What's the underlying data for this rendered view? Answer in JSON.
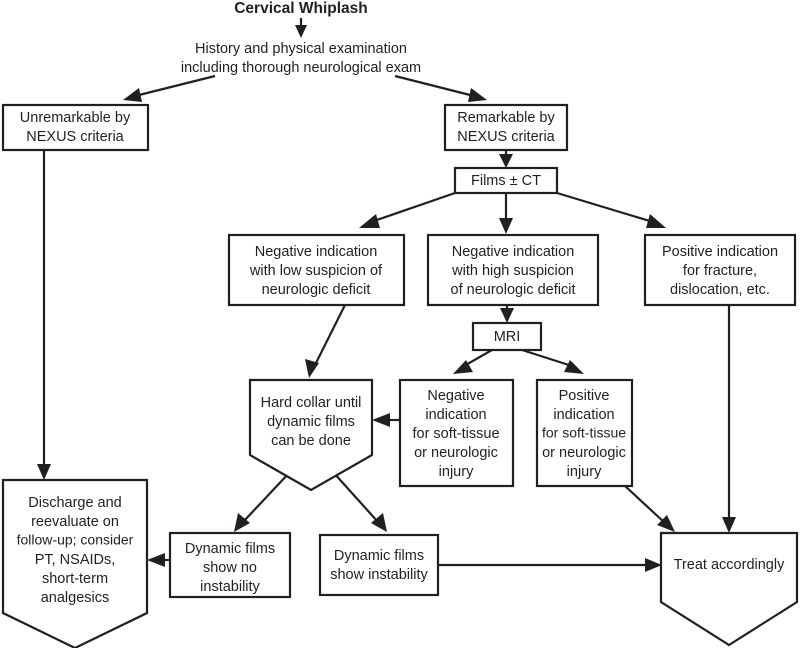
{
  "diagram": {
    "title": "Cervical Whiplash",
    "type": "clinical-algorithm-flowchart",
    "nodes": {
      "title_node": {
        "id": "cervical-whiplash",
        "label": "Cervical Whiplash",
        "shape": "text",
        "lines": [
          "Cervical Whiplash"
        ]
      },
      "history": {
        "id": "history-exam",
        "shape": "text",
        "lines": [
          "History and physical examination",
          "including thorough neurological exam"
        ]
      },
      "unremarkable": {
        "id": "unremarkable-nexus",
        "shape": "rect",
        "lines": [
          "Unremarkable by",
          "NEXUS criteria"
        ]
      },
      "remarkable": {
        "id": "remarkable-nexus",
        "shape": "rect",
        "lines": [
          "Remarkable by",
          "NEXUS criteria"
        ]
      },
      "films": {
        "id": "films-ct",
        "shape": "rect",
        "lines": [
          "Films ± CT"
        ]
      },
      "neg_low": {
        "id": "negative-low-suspicion",
        "shape": "rect",
        "lines": [
          "Negative indication",
          "with low suspicion of",
          "neurologic deficit"
        ]
      },
      "neg_high": {
        "id": "negative-high-suspicion",
        "shape": "rect",
        "lines": [
          "Negative indication",
          "with high suspicion",
          "of neurologic deficit"
        ]
      },
      "pos_fracture": {
        "id": "positive-fracture",
        "shape": "rect",
        "lines": [
          "Positive indication",
          "for fracture,",
          "dislocation, etc."
        ]
      },
      "mri": {
        "id": "mri",
        "shape": "rect",
        "lines": [
          "MRI"
        ]
      },
      "hard_collar": {
        "id": "hard-collar",
        "shape": "pentagon",
        "lines": [
          "Hard collar until",
          "dynamic films",
          "can be done"
        ]
      },
      "neg_soft": {
        "id": "negative-soft-tissue",
        "shape": "rect",
        "lines": [
          "Negative",
          "indication",
          "for soft-tissue",
          "or neurologic",
          "injury"
        ]
      },
      "pos_soft": {
        "id": "positive-soft-tissue",
        "shape": "rect",
        "lines": [
          "Positive",
          "indication",
          "for soft-tissue",
          "or neurologic",
          "injury"
        ]
      },
      "discharge": {
        "id": "discharge-reevaluate",
        "shape": "pentagon",
        "lines": [
          "Discharge and",
          "reevaluate on",
          "follow-up; consider",
          "PT, NSAIDs,",
          "short-term",
          "analgesics"
        ]
      },
      "dyn_no": {
        "id": "dynamic-films-no-instability",
        "shape": "rect",
        "lines": [
          "Dynamic films",
          "show no",
          "instability"
        ]
      },
      "dyn_yes": {
        "id": "dynamic-films-instability",
        "shape": "rect",
        "lines": [
          "Dynamic films",
          "show instability"
        ]
      },
      "treat": {
        "id": "treat-accordingly",
        "shape": "pentagon",
        "lines": [
          "Treat accordingly"
        ]
      }
    },
    "edges": [
      {
        "from": "cervical-whiplash",
        "to": "history-exam"
      },
      {
        "from": "history-exam",
        "to": "unremarkable-nexus"
      },
      {
        "from": "history-exam",
        "to": "remarkable-nexus"
      },
      {
        "from": "unremarkable-nexus",
        "to": "discharge-reevaluate"
      },
      {
        "from": "remarkable-nexus",
        "to": "films-ct"
      },
      {
        "from": "films-ct",
        "to": "negative-low-suspicion"
      },
      {
        "from": "films-ct",
        "to": "negative-high-suspicion"
      },
      {
        "from": "films-ct",
        "to": "positive-fracture"
      },
      {
        "from": "negative-low-suspicion",
        "to": "hard-collar"
      },
      {
        "from": "negative-high-suspicion",
        "to": "mri"
      },
      {
        "from": "mri",
        "to": "negative-soft-tissue"
      },
      {
        "from": "mri",
        "to": "positive-soft-tissue"
      },
      {
        "from": "negative-soft-tissue",
        "to": "hard-collar"
      },
      {
        "from": "positive-soft-tissue",
        "to": "treat-accordingly"
      },
      {
        "from": "positive-fracture",
        "to": "treat-accordingly"
      },
      {
        "from": "hard-collar",
        "to": "dynamic-films-no-instability"
      },
      {
        "from": "hard-collar",
        "to": "dynamic-films-instability"
      },
      {
        "from": "dynamic-films-no-instability",
        "to": "discharge-reevaluate"
      },
      {
        "from": "dynamic-films-instability",
        "to": "treat-accordingly"
      }
    ],
    "colors": {
      "stroke": "#231f20",
      "fill": "#ffffff",
      "background": "#ffffff"
    }
  }
}
